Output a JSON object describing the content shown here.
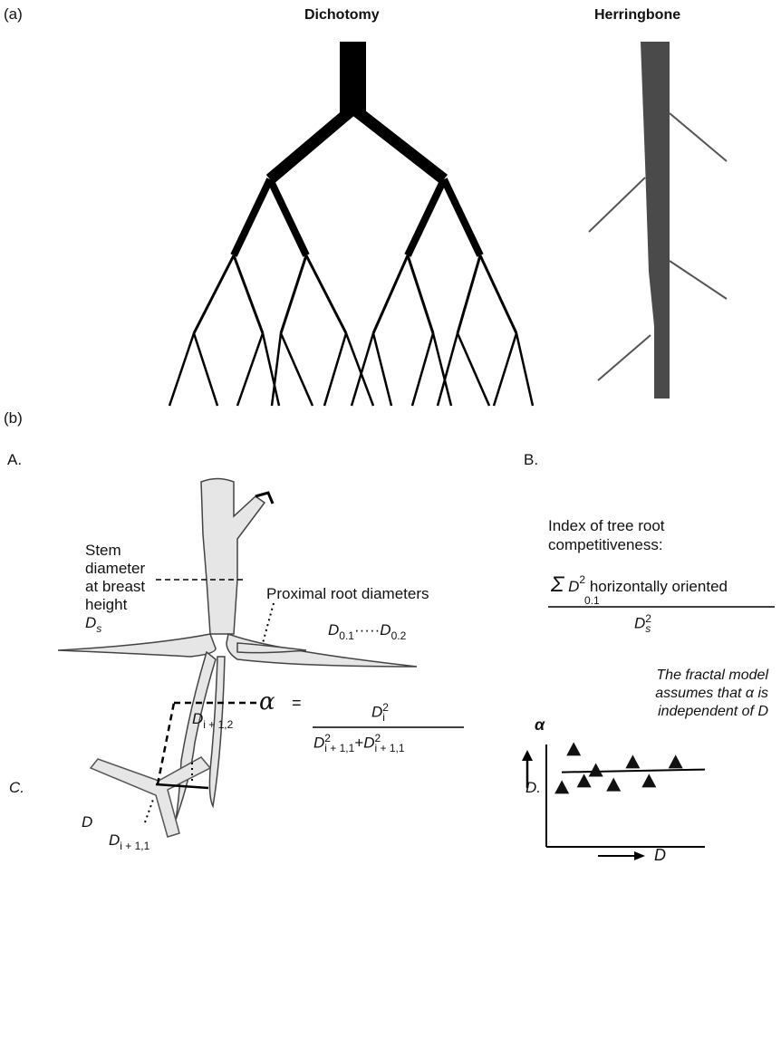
{
  "panel_a": {
    "label": "(a)",
    "dichotomy_title": "Dichotomy",
    "herringbone_title": "Herringbone"
  },
  "panel_b": {
    "label": "(b)",
    "sub_a": {
      "label": "A.",
      "stem_text": [
        "Stem",
        "diameter",
        "at breast",
        "height"
      ],
      "ds_label": "D",
      "ds_sub": "s",
      "proximal_text": "Proximal root diameters",
      "d01": "D",
      "d01_sub": "0.1",
      "dots": "·····",
      "d02": "D",
      "d02_sub": "0.2"
    },
    "sub_b": {
      "label": "B.",
      "line1": "Index of tree root",
      "line2": "competitiveness:",
      "sigma": "Σ",
      "num_d": "D",
      "num_sup": "2",
      "num_sub": "0.1",
      "num_text": "horizontally oriented",
      "den_d": "D",
      "den_sup": "2",
      "den_sub": "s"
    },
    "sub_c": {
      "label": "C.",
      "alpha": "α",
      "equals": "=",
      "d_branch": "D",
      "d_branch_sub": "i + 1,2",
      "num_d": "D",
      "num_sup": "2",
      "num_sub": "i",
      "den_d1": "D",
      "den_sup1": "2",
      "den_sub1": "i + 1,1",
      "plus": "+",
      "den_d2": "D",
      "den_sup2": "2",
      "den_sub2": "i + 1,1",
      "d_left": "D",
      "d_lower": "D",
      "d_lower_sub": "i + 1,1"
    },
    "sub_d": {
      "label": "D.",
      "note": [
        "The fractal model",
        "assumes that α is",
        "independent of D"
      ],
      "y_label": "α",
      "x_label": "D",
      "points": [
        {
          "x": 0.05,
          "y": 0.18
        },
        {
          "x": 0.13,
          "y": 0.78
        },
        {
          "x": 0.2,
          "y": 0.28
        },
        {
          "x": 0.28,
          "y": 0.45
        },
        {
          "x": 0.4,
          "y": 0.22
        },
        {
          "x": 0.53,
          "y": 0.58
        },
        {
          "x": 0.64,
          "y": 0.28
        },
        {
          "x": 0.82,
          "y": 0.58
        }
      ],
      "fit_level": 0.42
    }
  }
}
